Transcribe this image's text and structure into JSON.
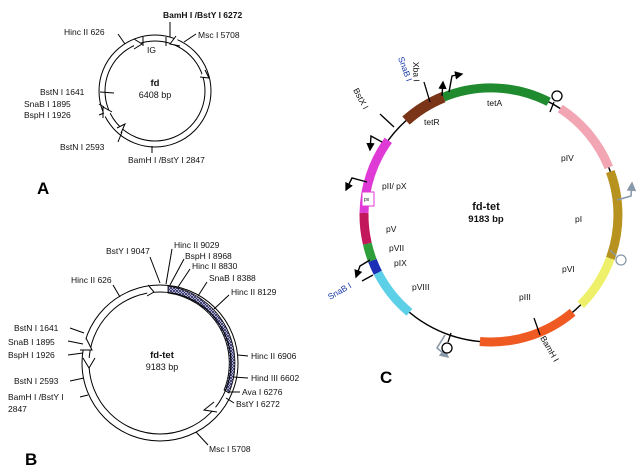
{
  "panels": {
    "a": {
      "letter": "A",
      "name": "fd",
      "size": "6408 bp",
      "ig": "IG",
      "sites": {
        "bamh1_top": "BamH I /BstY I 6272",
        "msc": "Msc I 5708",
        "hinc": "Hinc II 626",
        "bstn1641": "BstN I 1641",
        "snab": "SnaB I 1895",
        "bsph": "BspH I 1926",
        "bstn2593": "BstN I 2593",
        "bamh1_bottom": "BamH I /BstY I 2847"
      }
    },
    "b": {
      "letter": "B",
      "name": "fd-tet",
      "size": "9183  bp",
      "sites": {
        "bsty9047": "BstY I 9047",
        "hinc9029": "Hinc II 9029",
        "bsph8968": "BspH I 8968",
        "hinc8830": "Hinc II 8830",
        "snab8388": "SnaB I 8388",
        "hinc8129": "Hinc II 8129",
        "hinc626": "Hinc II 626",
        "bstn1641": "BstN I 1641",
        "snab1895": "SnaB I 1895",
        "bsph1926": "BspH I 1926",
        "bstn2593": "BstN I 2593",
        "bamh2847a": "BamH I /BstY I",
        "bamh2847b": "2847",
        "hinc6906": "Hinc II 6906",
        "hind6602": "Hind III 6602",
        "ava6276": "Ava I 6276",
        "bsty6272": "BstY I 6272",
        "msc5708": "Msc I 5708"
      }
    },
    "c": {
      "letter": "C",
      "name": "fd-tet",
      "size": "9183 bp",
      "genes": {
        "teta": "tetA",
        "tetr": "tetR",
        "piv": "pIV",
        "pi": "pI",
        "pvi": "pVI",
        "piii": "pIII",
        "pviii": "pVIII",
        "pix": "pIX",
        "pvii": "pVII",
        "pv": "pV",
        "px": "px",
        "piipx": "pII/ pX"
      },
      "sites": {
        "xba": "Xba I",
        "snab_top": "SnaB I",
        "bstx": "BstX I",
        "snab_left": "SnaB I",
        "bamh": "BamH I"
      },
      "colors": {
        "teta": "#1f8a2e",
        "piv": "#f2a6b4",
        "pi": "#b8921f",
        "pvi": "#eef06a",
        "piii": "#ef5a22",
        "pviii": "#5cd0e6",
        "pix": "#1c2fb5",
        "pvii": "#2e9e3a",
        "pv": "#c2185b",
        "piipx": "#e03ad6",
        "tetr": "#7a3418"
      }
    }
  }
}
